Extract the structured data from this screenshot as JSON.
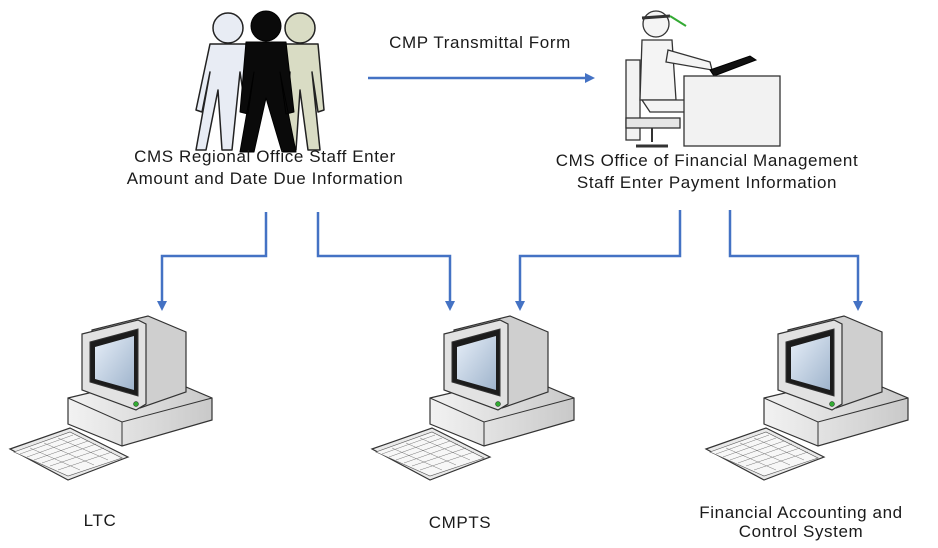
{
  "transmittal_label": "CMP Transmittal Form",
  "regional_office": {
    "line1": "CMS Regional Office Staff Enter",
    "line2": "Amount and Date Due Information"
  },
  "financial_management": {
    "line1": "CMS Office of Financial Management",
    "line2": "Staff Enter Payment Information"
  },
  "systems": [
    {
      "line1": "LTC",
      "line2": ""
    },
    {
      "line1": "CMPTS",
      "line2": ""
    },
    {
      "line1": "Financial Accounting and",
      "line2": "Control System"
    }
  ],
  "colors": {
    "arrow": "#4472c4",
    "monitor_body": "#dddddd",
    "screen": "#2a2a2a",
    "person_light": "#e8ecf4",
    "person_dark": "#0a0a0a",
    "person_tan": "#d9dcc4"
  },
  "icons": [
    "people-group-icon",
    "desk-worker-icon",
    "computer-icon"
  ]
}
